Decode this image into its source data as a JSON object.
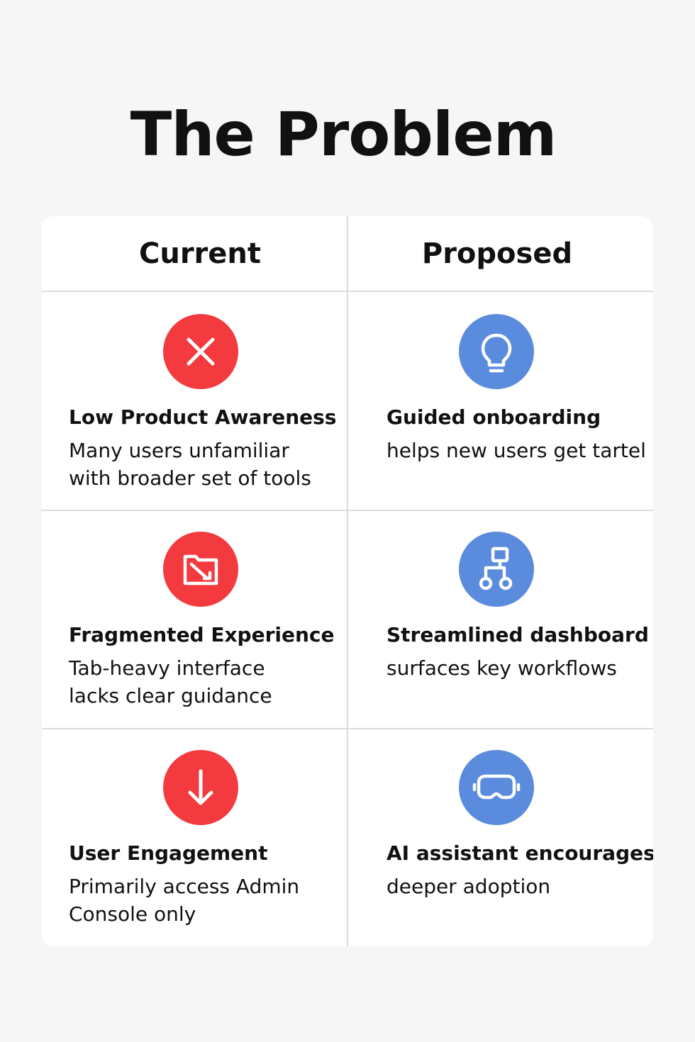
{
  "title": "The Problem",
  "columns": {
    "current": "Current",
    "proposed": "Proposed"
  },
  "rows": [
    {
      "current": {
        "icon": "x-icon",
        "color": "#f33a3e",
        "title": "Low Product Awareness",
        "desc_lines": [
          "Many users unfamiliar",
          "with broader set of tools"
        ]
      },
      "proposed": {
        "icon": "lightbulb-icon",
        "color": "#5b8bdc",
        "title": "Guided onboarding",
        "desc_lines": [
          "helps new users get tartel"
        ]
      }
    },
    {
      "current": {
        "icon": "broken-folder-icon",
        "color": "#f33a3e",
        "title": "Fragmented Experience",
        "desc_lines": [
          "Tab-heavy interface",
          "lacks clear guidance"
        ]
      },
      "proposed": {
        "icon": "workflow-icon",
        "color": "#5b8bdc",
        "title": "Streamlined dashboard",
        "desc_lines": [
          "surfaces key workflows"
        ]
      }
    },
    {
      "current": {
        "icon": "arrow-down-icon",
        "color": "#f33a3e",
        "title": "User Engagement",
        "desc_lines": [
          "Primarily access Admin",
          "Console only"
        ]
      },
      "proposed": {
        "icon": "vr-goggles-icon",
        "color": "#5b8bdc",
        "title": "AI assistant encourages",
        "desc_lines": [
          "deeper adoption"
        ]
      }
    }
  ]
}
